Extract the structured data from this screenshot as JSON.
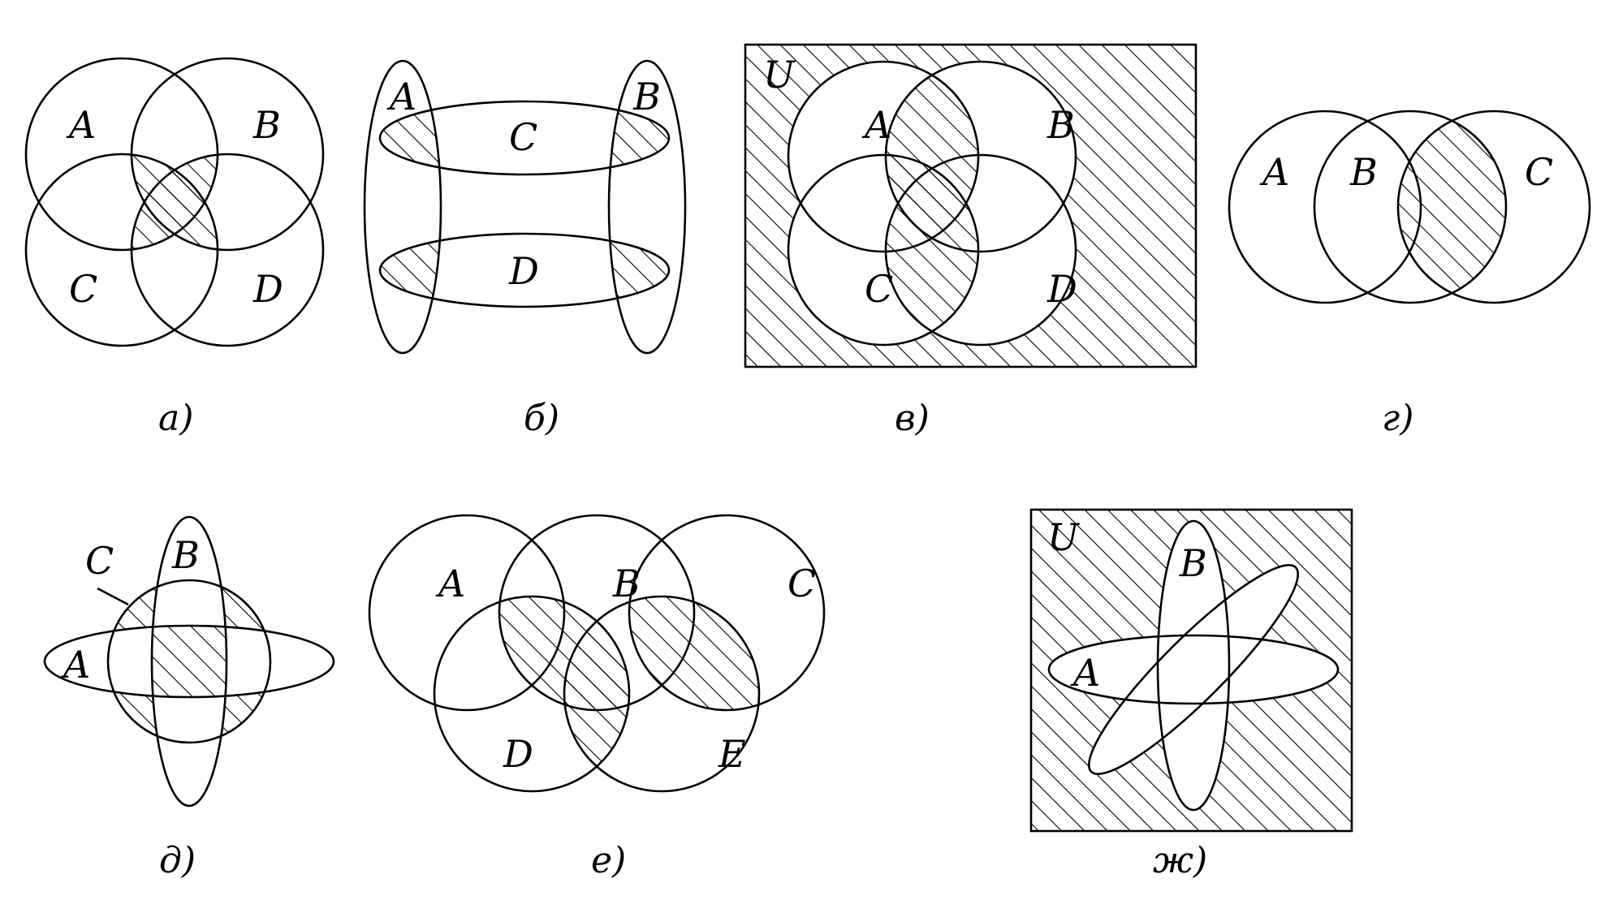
{
  "colors": {
    "ink": "#000000",
    "background": "#ffffff"
  },
  "panels": {
    "a": {
      "caption": "а)",
      "labels": {
        "A": "A",
        "B": "B",
        "C": "C",
        "D": "D"
      }
    },
    "b": {
      "caption": "б)",
      "labels": {
        "A": "A",
        "B": "B",
        "C": "C",
        "D": "D"
      }
    },
    "v": {
      "caption": "в)",
      "labels": {
        "U": "U",
        "A": "A",
        "B": "B",
        "C": "C",
        "D": "D"
      }
    },
    "g": {
      "caption": "г)",
      "labels": {
        "A": "A",
        "B": "B",
        "C": "C"
      }
    },
    "d": {
      "caption": "д)",
      "labels": {
        "A": "A",
        "B": "B",
        "C": "C"
      }
    },
    "e": {
      "caption": "е)",
      "labels": {
        "A": "A",
        "B": "B",
        "C": "C",
        "D": "D",
        "E": "E"
      }
    },
    "zh": {
      "caption": "ж)",
      "labels": {
        "U": "U",
        "A": "A",
        "B": "B"
      }
    }
  }
}
